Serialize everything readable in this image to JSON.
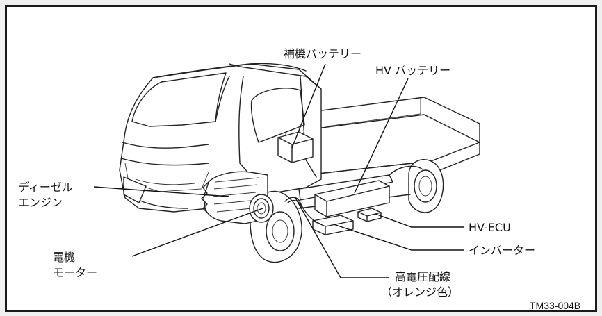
{
  "labels": {
    "aux_battery": "補機バッテリー",
    "hv_battery": "HV バッテリー",
    "diesel_engine_line1": "ディーゼル",
    "diesel_engine_line2": "エンジン",
    "motor_line1": "電機",
    "motor_line2": "モーター",
    "hv_ecu": "HV-ECU",
    "inverter": "インバーター",
    "hv_wiring_line1": "高電圧配線",
    "hv_wiring_line2": "（オレンジ色）"
  },
  "figure_code": "TM33-004B"
}
